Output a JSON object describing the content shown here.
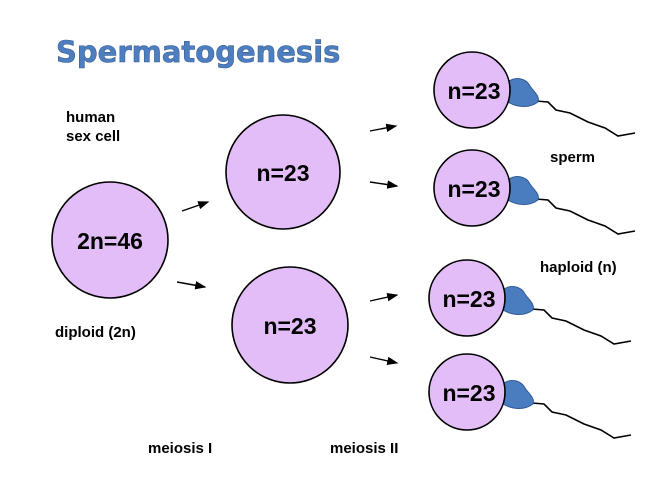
{
  "title": "Spermatogenesis",
  "labels": {
    "human": "human",
    "sex_cell": "sex cell",
    "diploid": "diploid (2n)",
    "sperm": "sperm",
    "haploid": "haploid (n)",
    "meiosis1": "meiosis I",
    "meiosis2": "meiosis II"
  },
  "cells": {
    "parent": "2n=46",
    "mid_top": "n=23",
    "mid_bottom": "n=23",
    "sperm": [
      "n=23",
      "n=23",
      "n=23",
      "n=23"
    ]
  },
  "colors": {
    "cell": "#e3bdf7",
    "sperm_head": "#4a7dc0",
    "title": "#4d7fc0"
  }
}
